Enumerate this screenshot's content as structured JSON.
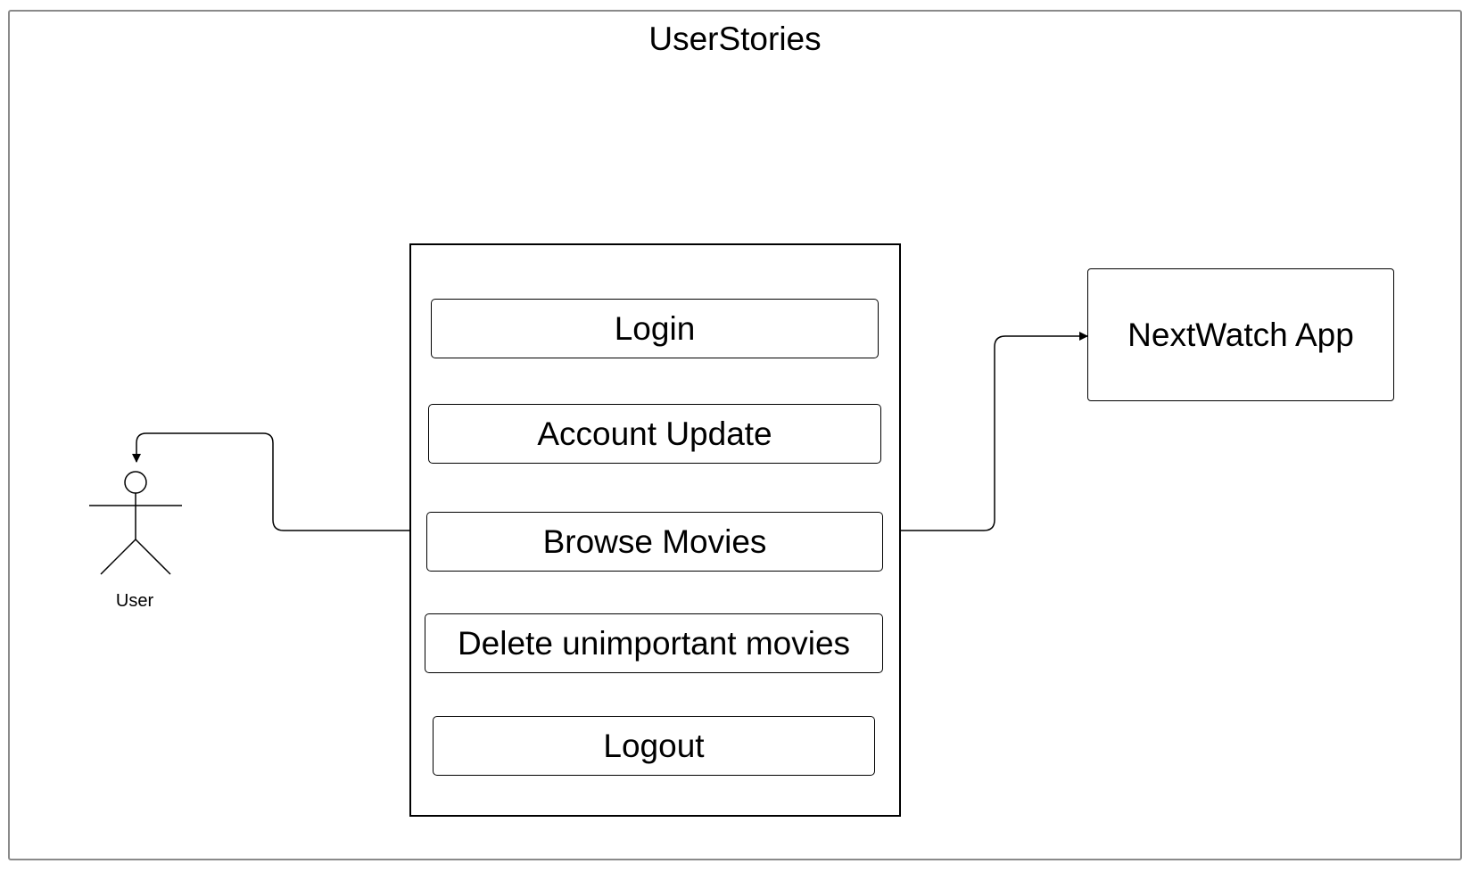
{
  "diagram": {
    "title": "UserStories"
  },
  "actor": {
    "label": "User",
    "icon": "stick-figure-icon"
  },
  "user_stories": [
    "Login",
    "Account Update",
    "Browse Movies",
    "Delete unimportant movies",
    "Logout"
  ],
  "system": {
    "label": "NextWatch App"
  },
  "colors": {
    "line": "#000000",
    "frame_border": "#8a8a8a",
    "background": "#ffffff"
  }
}
